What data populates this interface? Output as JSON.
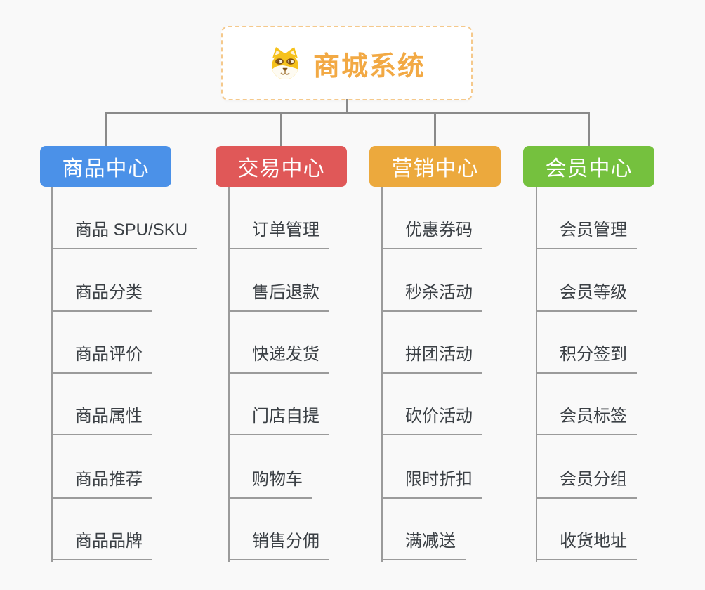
{
  "root": {
    "title": "商城系统",
    "icon": "shiba-dog-icon",
    "accent_color": "#F2A944",
    "border_color": "#F5C98C"
  },
  "branches": [
    {
      "label": "商品中心",
      "color": "#4B91E8",
      "items": [
        "商品 SPU/SKU",
        "商品分类",
        "商品评价",
        "商品属性",
        "商品推荐",
        "商品品牌"
      ]
    },
    {
      "label": "交易中心",
      "color": "#E05858",
      "items": [
        "订单管理",
        "售后退款",
        "快递发货",
        "门店自提",
        "购物车",
        "销售分佣"
      ]
    },
    {
      "label": "营销中心",
      "color": "#ECA93D",
      "items": [
        "优惠券码",
        "秒杀活动",
        "拼团活动",
        "砍价活动",
        "限时折扣",
        "满减送"
      ]
    },
    {
      "label": "会员中心",
      "color": "#75C13E",
      "items": [
        "会员管理",
        "会员等级",
        "积分签到",
        "会员标签",
        "会员分组",
        "收货地址"
      ]
    }
  ],
  "colors": {
    "background": "#F9F9F9",
    "connector": "#8A8A8A",
    "item_line": "#9B9B9B",
    "item_text": "#3B4045"
  }
}
